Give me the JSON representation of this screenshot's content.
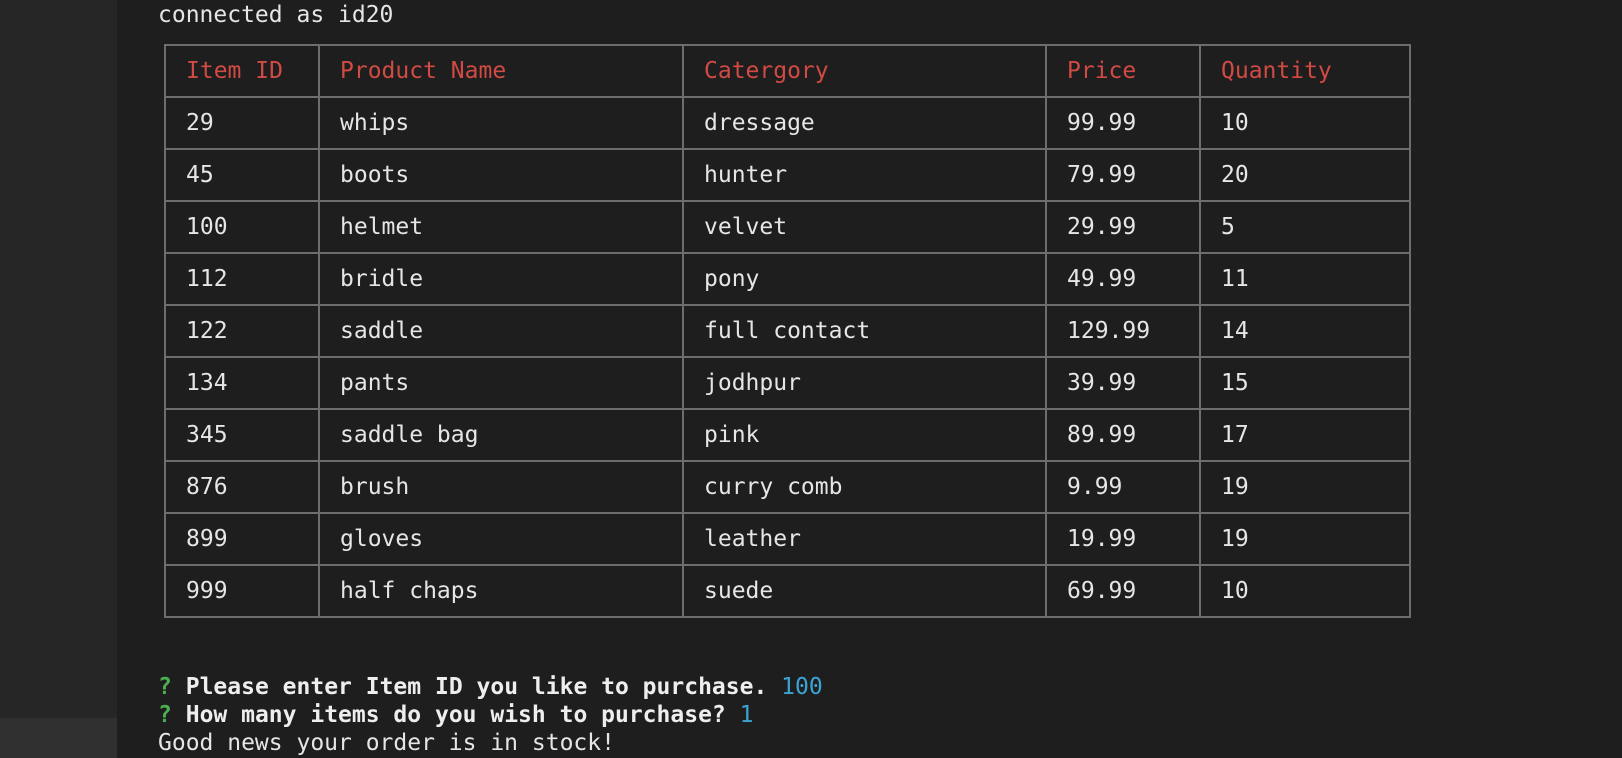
{
  "terminal": {
    "connection_text": "connected as id20",
    "table": {
      "headers": [
        "Item ID",
        "Product Name",
        "Catergory",
        "Price",
        "Quantity"
      ],
      "rows": [
        [
          "29",
          "whips",
          "dressage",
          "99.99",
          "10"
        ],
        [
          "45",
          "boots",
          "hunter",
          "79.99",
          "20"
        ],
        [
          "100",
          "helmet",
          "velvet",
          "29.99",
          "5"
        ],
        [
          "112",
          "bridle",
          "pony",
          "49.99",
          "11"
        ],
        [
          "122",
          "saddle",
          "full contact",
          "129.99",
          "14"
        ],
        [
          "134",
          "pants",
          "jodhpur",
          "39.99",
          "15"
        ],
        [
          "345",
          "saddle bag",
          "pink",
          "89.99",
          "17"
        ],
        [
          "876",
          "brush",
          "curry comb",
          "9.99",
          "19"
        ],
        [
          "899",
          "gloves",
          "leather",
          "19.99",
          "19"
        ],
        [
          "999",
          "half chaps",
          "suede",
          "69.99",
          "10"
        ]
      ]
    },
    "prompts": [
      {
        "marker": "?",
        "question": "Please enter Item ID you like to purchase.",
        "answer": "100"
      },
      {
        "marker": "?",
        "question": "How many items do you wish to purchase?",
        "answer": "1"
      }
    ],
    "result_message": "Good news your order is in stock!"
  },
  "colors": {
    "background": "#1e1e1e",
    "header_text": "#d14a43",
    "prompt_marker": "#4caf50",
    "answer_text": "#3ba4d6",
    "border": "#6d6d6d"
  }
}
